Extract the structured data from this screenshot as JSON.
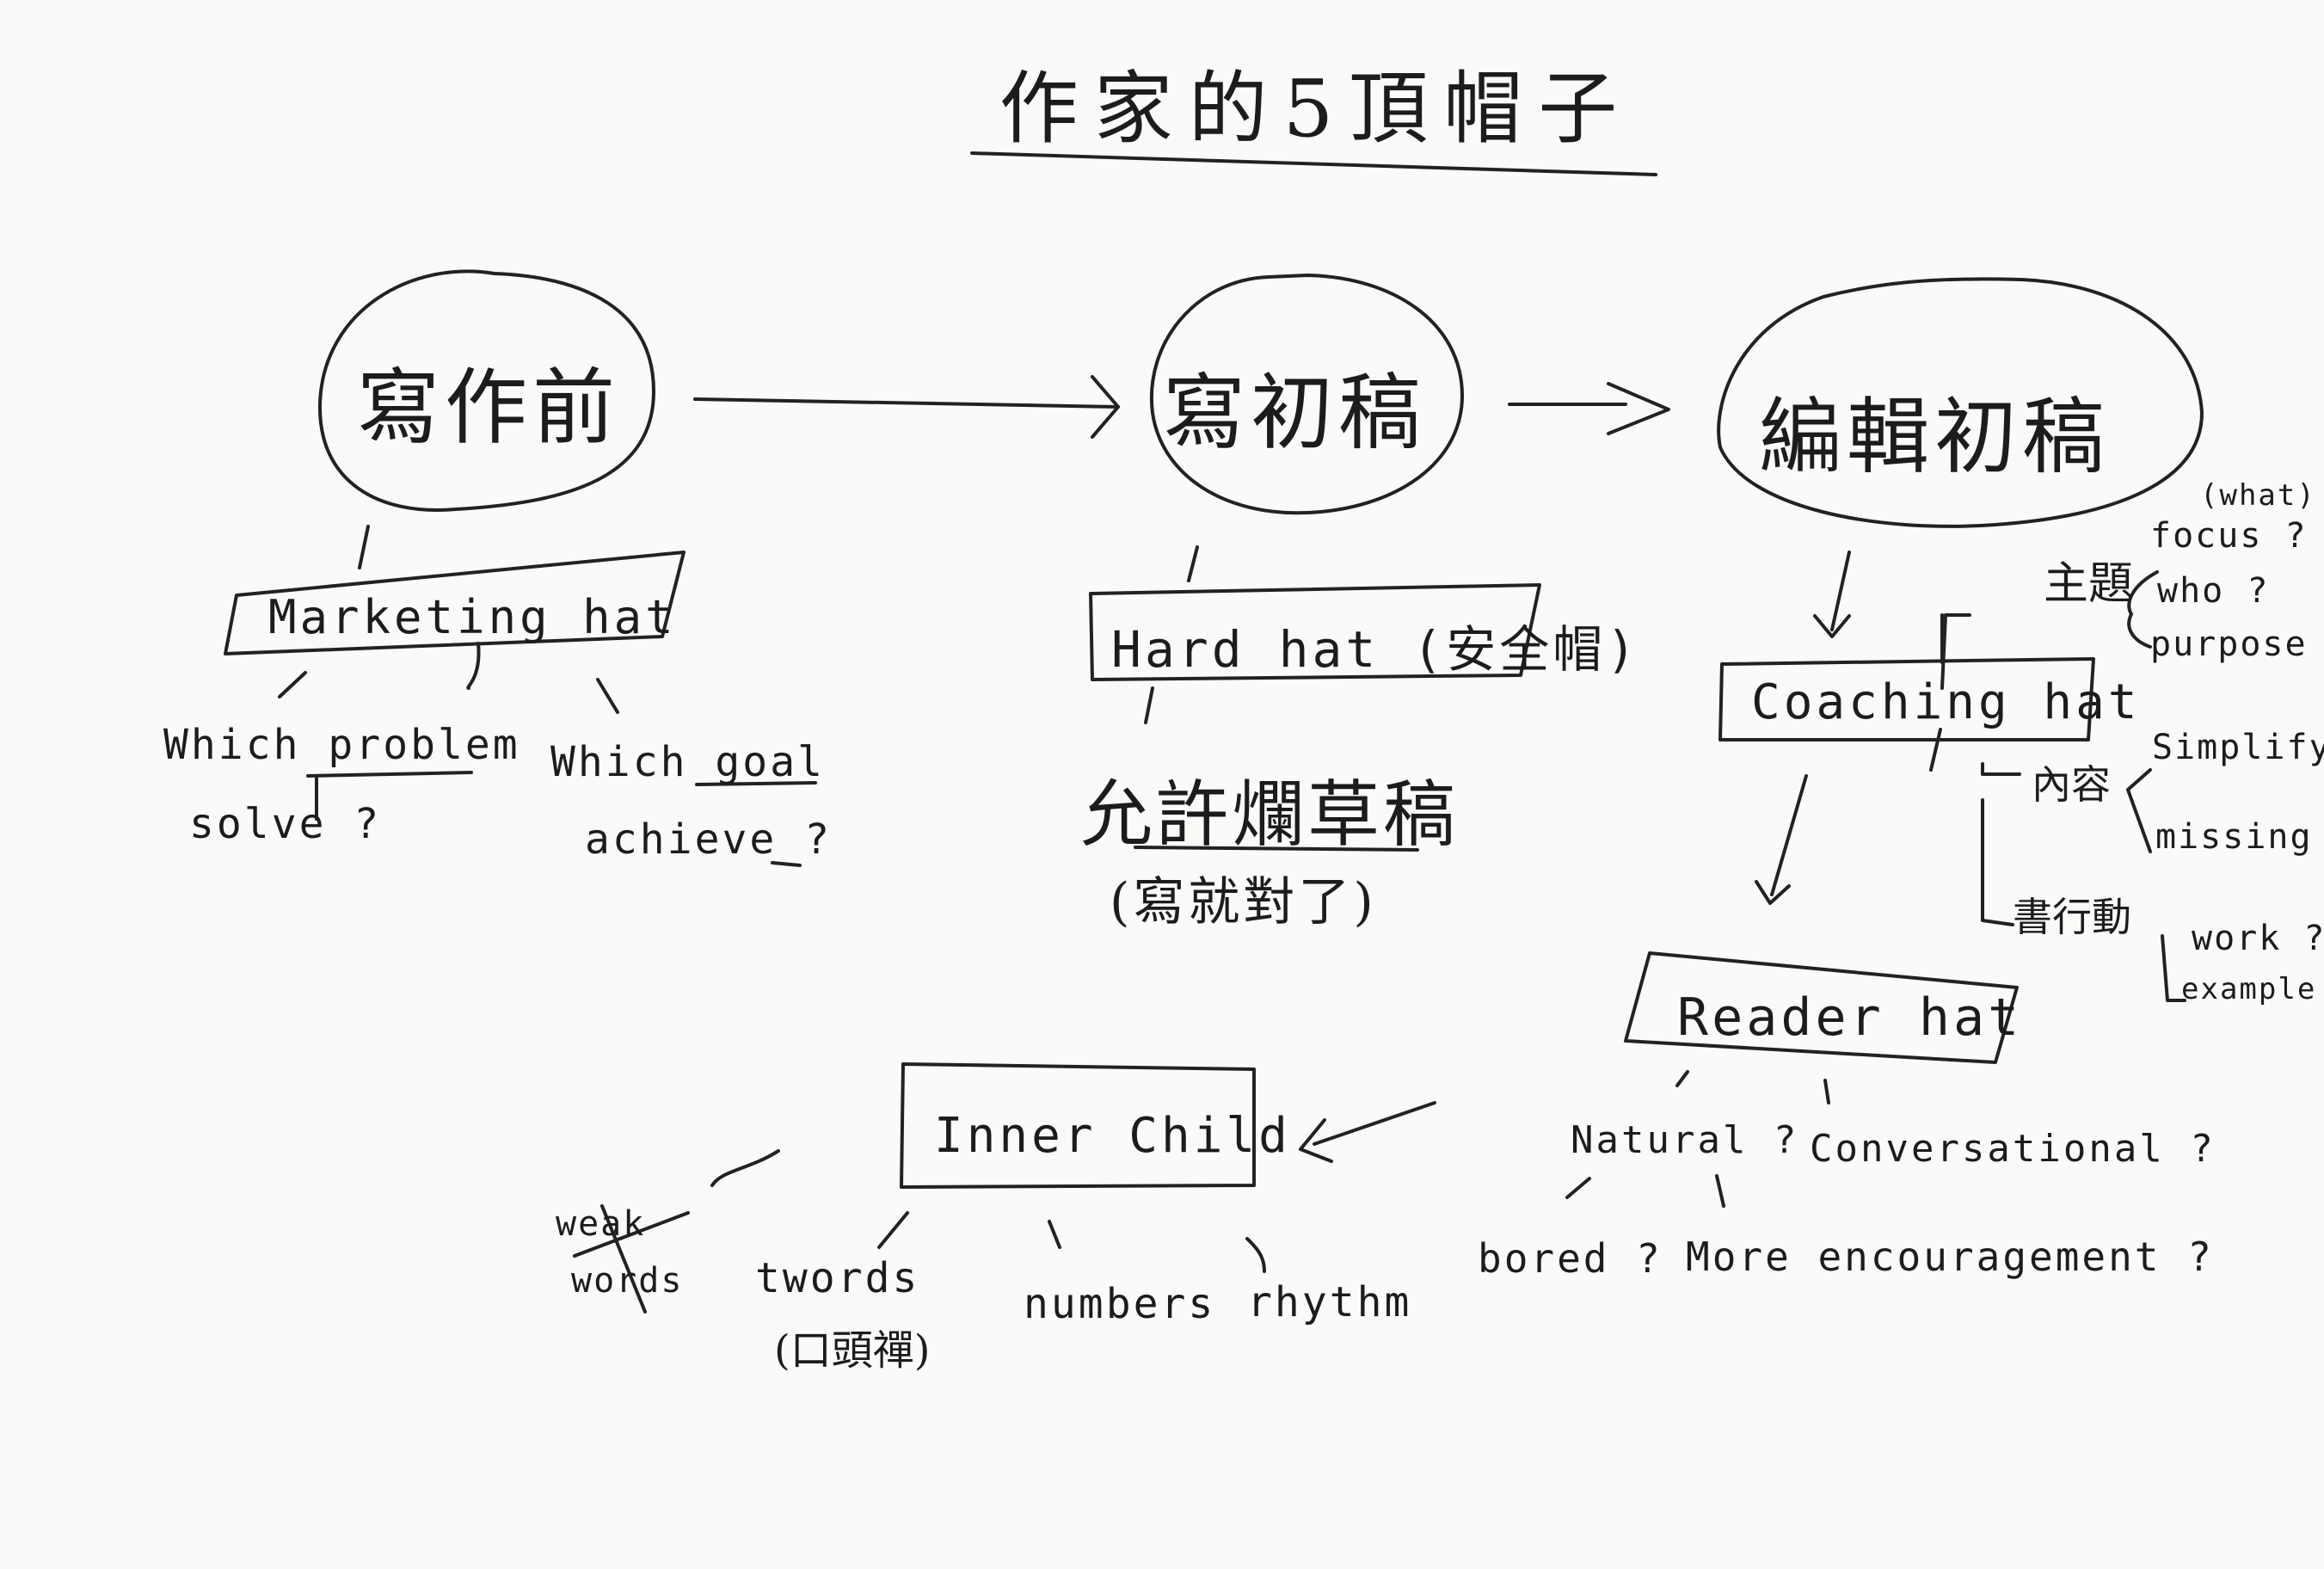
{
  "title": "作家的5頂帽子",
  "stages": [
    "寫作前",
    "寫初稿",
    "編輯初稿"
  ],
  "hats": {
    "marketing": "Marketing hat",
    "hard": "Hard hat (安全帽)",
    "coaching": "Coaching hat",
    "reader": "Reader hat",
    "inner_child": "Inner Child"
  },
  "marketing": {
    "q1_prefix": "Which ",
    "q1_word": "problem",
    "q1_suffix": "solve ?",
    "q2_prefix": "Which ",
    "q2_word": "goal",
    "q2_suffix": "achieve ?"
  },
  "hard": {
    "line1": "允許爛草稿",
    "line2": "(寫就對了)"
  },
  "coaching": {
    "topic": "主題",
    "topic_items": [
      "(what)",
      "focus ?",
      "who ?",
      "purpose ?"
    ],
    "content": "內容",
    "content_items": [
      "Simplify",
      "missing"
    ],
    "action": "書行動",
    "action_items": [
      "work ?",
      "example ?"
    ]
  },
  "reader": {
    "q1": "Natural ?",
    "q2": "Conversational ?",
    "q1_sub": "bored ?",
    "q2_sub": "More encouragement ?"
  },
  "inner_child": {
    "weak_top": "weak",
    "weak_bottom": "words",
    "twords": "twords",
    "twords_sub": "(口頭禪)",
    "numbers": "numbers",
    "rhythm": "rhythm"
  }
}
